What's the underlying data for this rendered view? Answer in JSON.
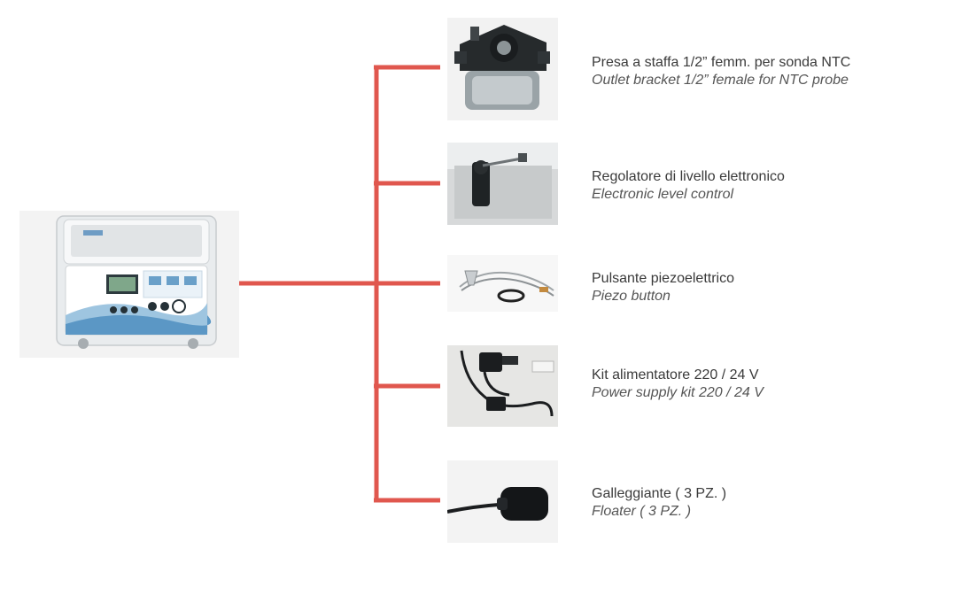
{
  "colors": {
    "connector": "#e0574e",
    "text_primary": "#3a3a3a",
    "text_secondary": "#555555"
  },
  "main_unit": {
    "icon": "control-unit-icon"
  },
  "accessories": [
    {
      "icon": "bracket-clamp-icon",
      "label_it": "Presa a staffa 1/2” femm.  per sonda NTC",
      "label_en": "Outlet bracket 1/2” female  for NTC probe"
    },
    {
      "icon": "level-sensor-icon",
      "label_it": "Regolatore di livello elettronico",
      "label_en": "Electronic level control"
    },
    {
      "icon": "piezo-button-icon",
      "label_it": "Pulsante piezoelettrico",
      "label_en": "Piezo button"
    },
    {
      "icon": "power-supply-icon",
      "label_it": "Kit alimentatore 220 / 24 V",
      "label_en": "Power supply kit 220 / 24 V"
    },
    {
      "icon": "floater-icon",
      "label_it": "Galleggiante ( 3 PZ. )",
      "label_en": "Floater ( 3 PZ. )"
    }
  ]
}
